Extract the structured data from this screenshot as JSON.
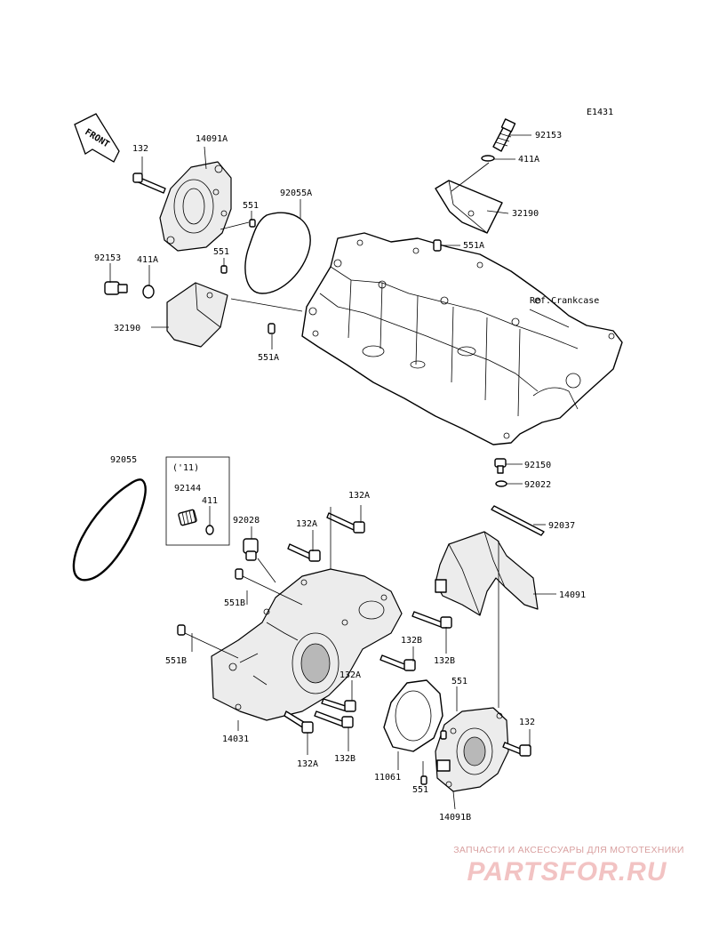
{
  "diagram_code": "E1431",
  "front_label": "FRONT",
  "reference_label": "Ref.Crankcase",
  "variant_label": "('11)",
  "labels": {
    "l92153_top": "92153",
    "l411A_top": "411A",
    "l32190_top": "32190",
    "l551A_top": "551A",
    "l132_tl": "132",
    "l14091A": "14091A",
    "l551_a": "551",
    "l551_b": "551",
    "l92055A": "92055A",
    "l92153_left": "92153",
    "l411A_left": "411A",
    "l32190_left": "32190",
    "l551A_left": "551A",
    "l92055": "92055",
    "l92144": "92144",
    "l411": "411",
    "l92028": "92028",
    "l132A_1": "132A",
    "l132A_2": "132A",
    "l551B_1": "551B",
    "l551B_2": "551B",
    "l92150": "92150",
    "l92022": "92022",
    "l92037": "92037",
    "l14091": "14091",
    "l132B_1": "132B",
    "l132B_2": "132B",
    "l132A_3": "132A",
    "l551_c": "551",
    "l132_r": "132",
    "l14031": "14031",
    "l132A_4": "132A",
    "l132B_3": "132B",
    "l11061": "11061",
    "l551_d": "551",
    "l14091B": "14091B"
  },
  "watermark": {
    "tagline": "ЗАПЧАСТИ И АКСЕССУАРЫ ДЛЯ МОТОТЕХНИКИ",
    "logo": "PARTSFOR.RU"
  }
}
